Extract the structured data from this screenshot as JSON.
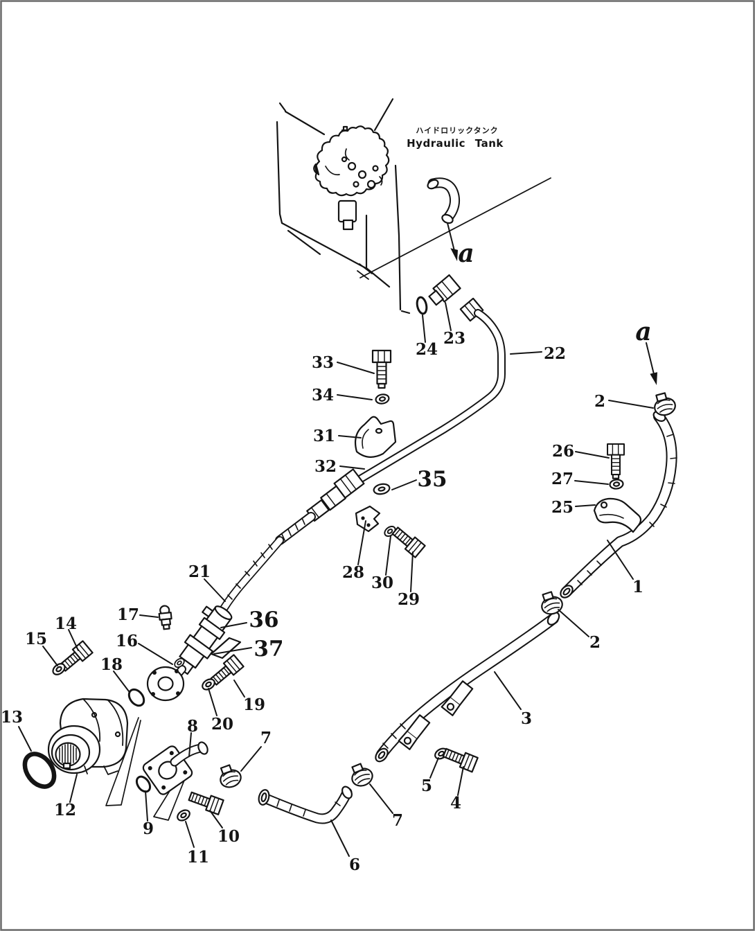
{
  "diagram": {
    "tank_label_jp": "ハイドロリックタンク",
    "tank_label_en": "Hydraulic Tank",
    "view_label": "a",
    "line_color": "#141414",
    "background": "#ffffff"
  },
  "callouts": [
    {
      "text": "33"
    },
    {
      "text": "34"
    },
    {
      "text": "31"
    },
    {
      "text": "32"
    },
    {
      "text": "35"
    },
    {
      "text": "24"
    },
    {
      "text": "23"
    },
    {
      "text": "22"
    },
    {
      "text": "2"
    },
    {
      "text": "26"
    },
    {
      "text": "27"
    },
    {
      "text": "25"
    },
    {
      "text": "1"
    },
    {
      "text": "2"
    },
    {
      "text": "3"
    },
    {
      "text": "5"
    },
    {
      "text": "4"
    },
    {
      "text": "7"
    },
    {
      "text": "6"
    },
    {
      "text": "21"
    },
    {
      "text": "36"
    },
    {
      "text": "37"
    },
    {
      "text": "17"
    },
    {
      "text": "14"
    },
    {
      "text": "15"
    },
    {
      "text": "16"
    },
    {
      "text": "18"
    },
    {
      "text": "19"
    },
    {
      "text": "20"
    },
    {
      "text": "8"
    },
    {
      "text": "13"
    },
    {
      "text": "12"
    },
    {
      "text": "9"
    },
    {
      "text": "11"
    },
    {
      "text": "10"
    },
    {
      "text": "7"
    },
    {
      "text": "28"
    },
    {
      "text": "30"
    },
    {
      "text": "29"
    }
  ]
}
